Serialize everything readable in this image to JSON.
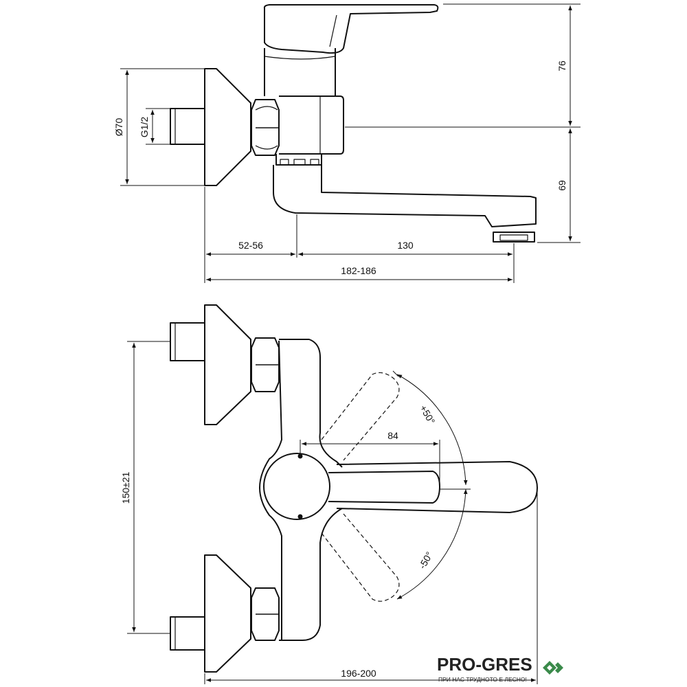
{
  "dimensions": {
    "height_upper": "76",
    "height_lower": "69",
    "flange_diameter": "Ø70",
    "thread": "G1/2",
    "offset": "52-56",
    "spout_reach": "130",
    "total_length": "182-186",
    "center_distance": "150±21",
    "handle_length": "84",
    "angle_pos": "+50°",
    "angle_neg": "-50°",
    "total_depth": "196-200"
  },
  "brand": {
    "name": "PRO-GRES",
    "tagline": "ПРИ НАС ТРУДНОТО Е ЛЕСНО!",
    "logo_color": "#3a8a4a"
  }
}
